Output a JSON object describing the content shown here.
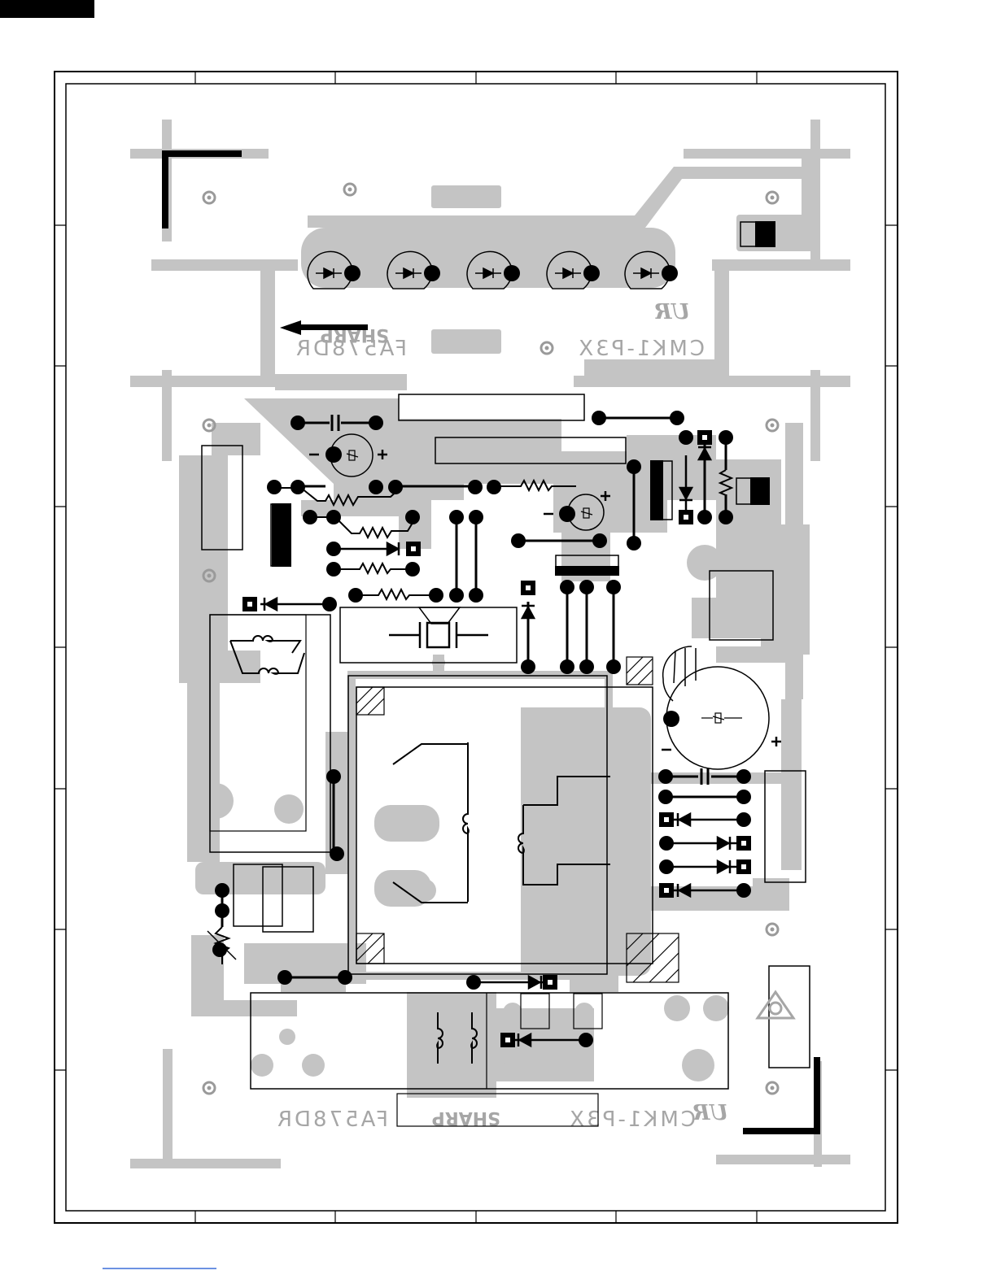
{
  "board": {
    "model_text": "CMK1-P3X",
    "part_text": "FA578DR",
    "brand_text": "SHARP",
    "logo_text": "UR",
    "registered_mark": "®"
  },
  "colors": {
    "copper": "#c4c4c4",
    "ink": "#000000",
    "frame": "#000000",
    "background": "#ffffff",
    "link": "#3c6fd8"
  },
  "icons": [
    "led-diode-icon",
    "resistor-icon",
    "capacitor-icon",
    "electrolytic-capacitor-icon",
    "crystal-icon",
    "coil-icon",
    "relay-icon",
    "diode-icon",
    "mounting-hole-icon",
    "warning-triangle-icon"
  ]
}
